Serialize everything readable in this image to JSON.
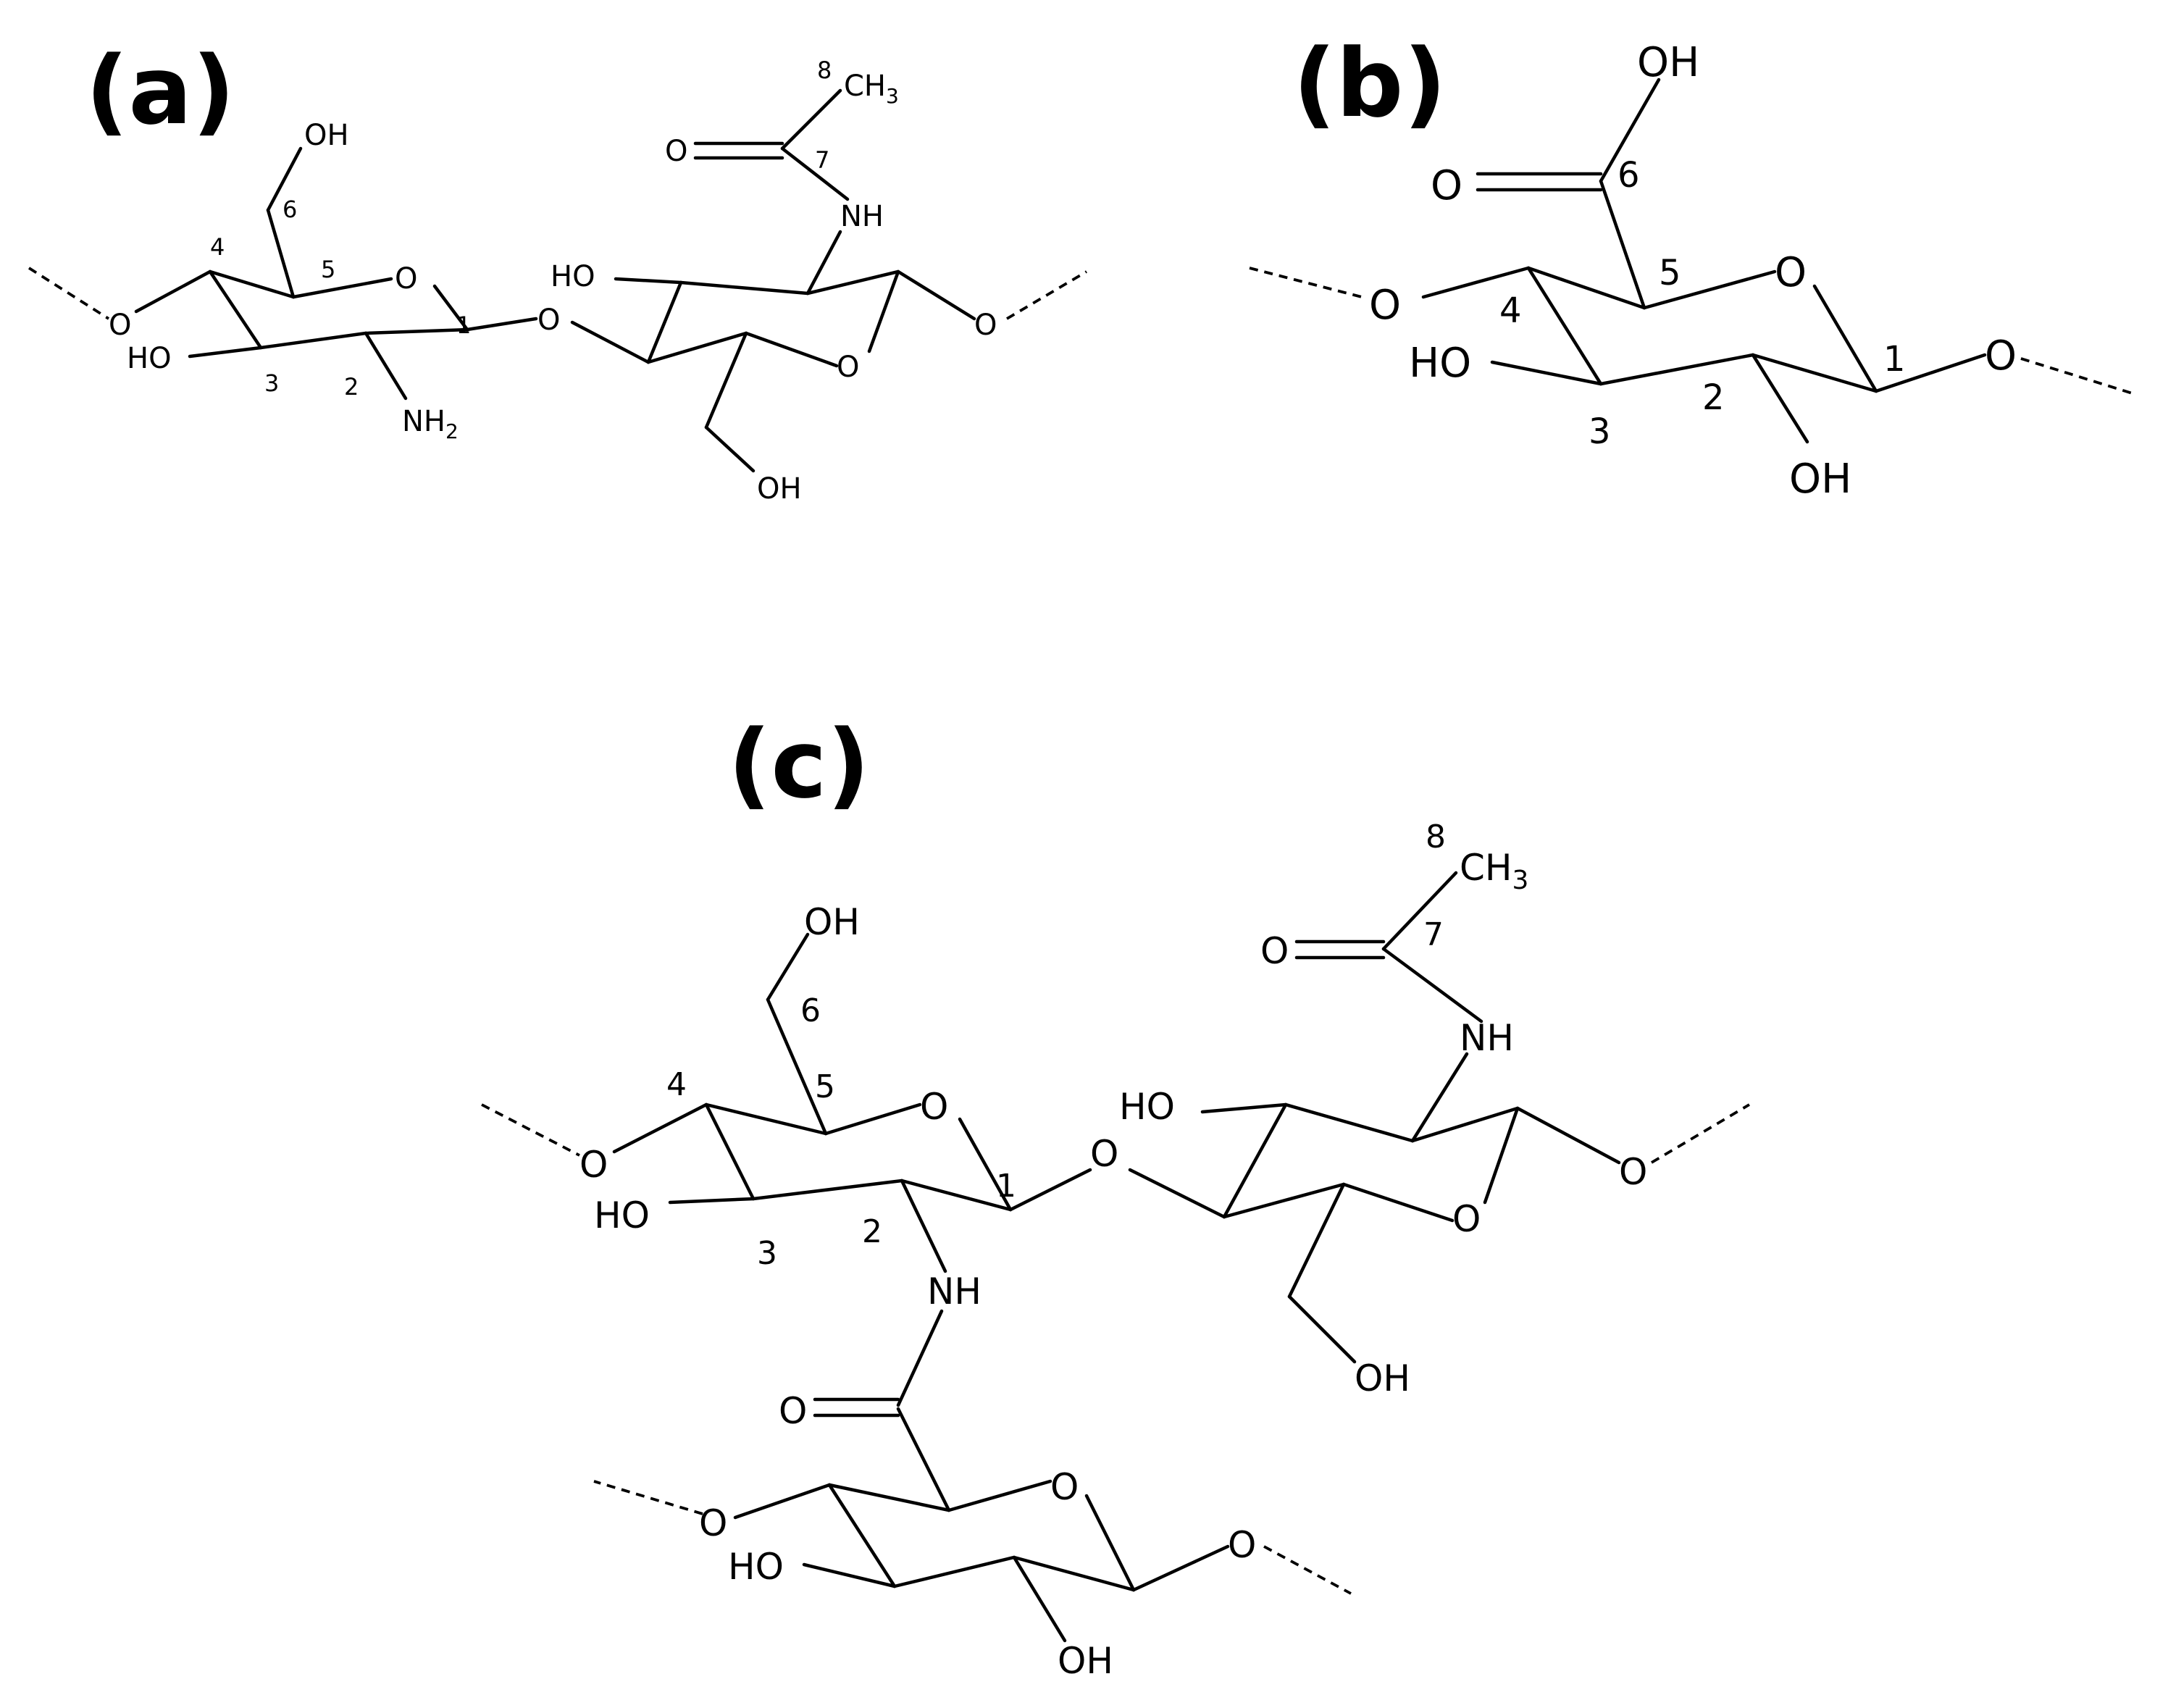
{
  "panels": {
    "a": {
      "label": "(a)",
      "atoms": {
        "oh_c6_top": "OH",
        "ring1_o": "O",
        "glyco_o": "O",
        "left_o": "O",
        "left_ho": "HO",
        "nh2": "NH",
        "nh2_sub": "2",
        "ring2_ho": "HO",
        "ring2_o": "O",
        "right_o": "O",
        "nh": "NH",
        "carbonyl_o": "O",
        "ch3": "CH",
        "ch3_sub": "3",
        "oh_c6_bottom": "OH"
      },
      "numbers": [
        "1",
        "2",
        "3",
        "4",
        "5",
        "6",
        "7",
        "8"
      ]
    },
    "b": {
      "label": "(b)",
      "atoms": {
        "oh_top": "OH",
        "carbonyl_o": "O",
        "ring_o": "O",
        "left_o": "O",
        "ho": "HO",
        "right_o": "O",
        "oh_bottom": "OH"
      },
      "numbers": [
        "1",
        "2",
        "3",
        "4",
        "5",
        "6"
      ]
    },
    "c": {
      "label": "(c)",
      "atoms": {
        "oh_c6_top": "OH",
        "ring1_o": "O",
        "glyco_o": "O",
        "left_o": "O",
        "left_ho": "HO",
        "nh_link": "NH",
        "ring2_ho": "HO",
        "ring2_o": "O",
        "right_o": "O",
        "nh": "NH",
        "carbonyl_o": "O",
        "ch3": "CH",
        "ch3_sub": "3",
        "oh_c6_bottom": "OH",
        "amide_o": "O",
        "ring3_o": "O",
        "ring3_left_o": "O",
        "ring3_ho": "HO",
        "ring3_right_o": "O",
        "ring3_oh": "OH"
      },
      "numbers": [
        "1",
        "2",
        "3",
        "4",
        "5",
        "6",
        "7",
        "8"
      ]
    }
  }
}
